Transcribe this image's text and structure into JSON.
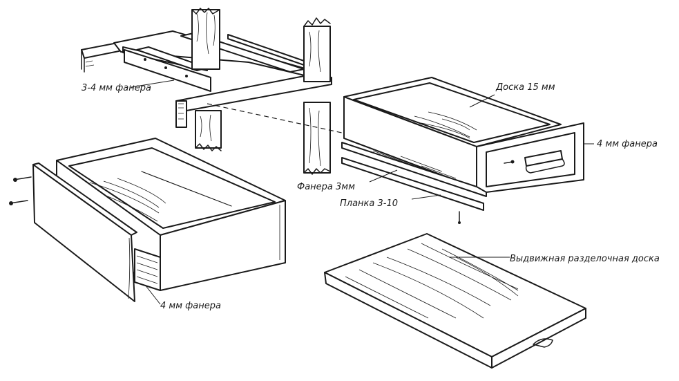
{
  "labels": {
    "plywood_3_4mm": "3-4 мм фанера",
    "board_15mm": "Доска 15 мм",
    "plywood_4mm_front": "4 мм фанера",
    "plywood_3mm": "Фанера 3мм",
    "strip_3_10": "Планка 3-10",
    "pullout_cutting_board": "Выдвижная разделочная доска",
    "plywood_4mm_bottom": "4 мм фанера"
  }
}
